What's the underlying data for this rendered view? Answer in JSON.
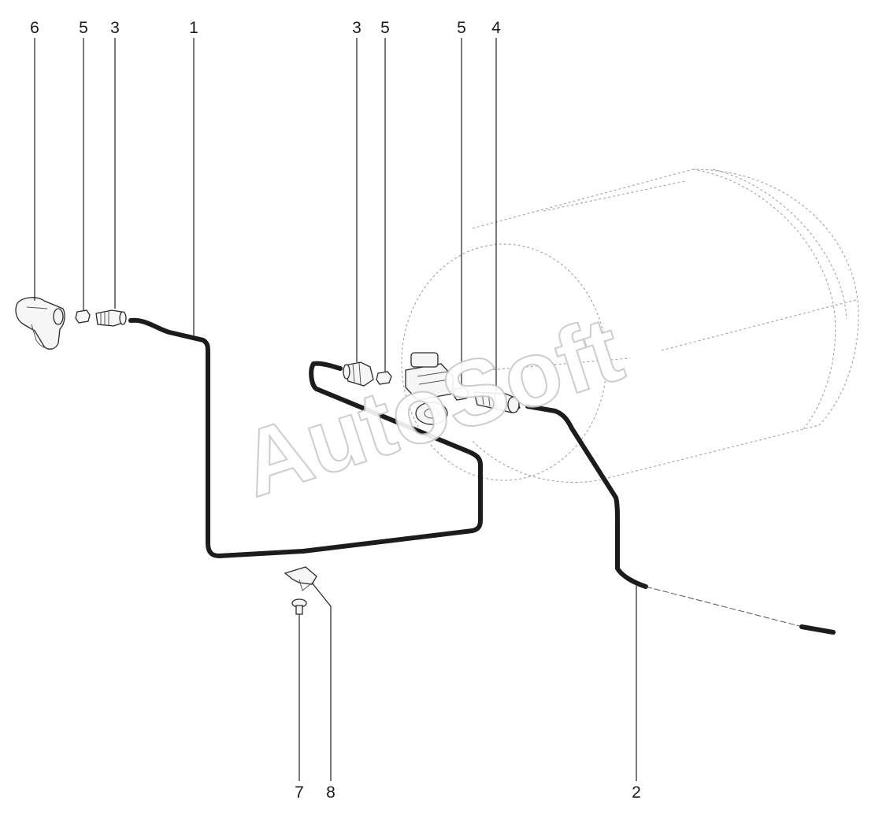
{
  "watermark": "AutoSoft",
  "callouts": {
    "c6": "6",
    "c5a": "5",
    "c3a": "3",
    "c1": "1",
    "c3b": "3",
    "c5b": "5",
    "c5c": "5",
    "c4": "4",
    "c7": "7",
    "c8": "8",
    "c2": "2"
  }
}
